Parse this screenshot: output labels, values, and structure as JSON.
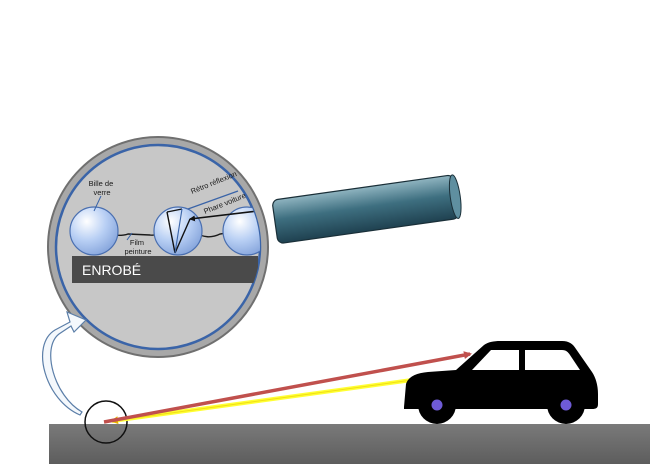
{
  "labels": {
    "bead": [
      "Bille de",
      "verre"
    ],
    "film": [
      "Film",
      "peinture"
    ],
    "retro": "Rétro réflexion",
    "headlight": "Phare voiture",
    "asphalt": "ENROBÉ"
  },
  "icons": {
    "magnifier": "magnifying-glass-icon",
    "car": "car-icon"
  },
  "colors": {
    "road": "#6b6b6b",
    "lens_fill": "#c7c7c7",
    "lens_ring": "#9a9a9a",
    "handle": "#3e6f80",
    "bead": "#a9c4ef",
    "enrobe_band": "#4a4a4a",
    "ray_red": "#c0504d",
    "ray_yellow": "#ffff33",
    "car": "#000000",
    "wheel_hub": "#6e5bd6"
  }
}
